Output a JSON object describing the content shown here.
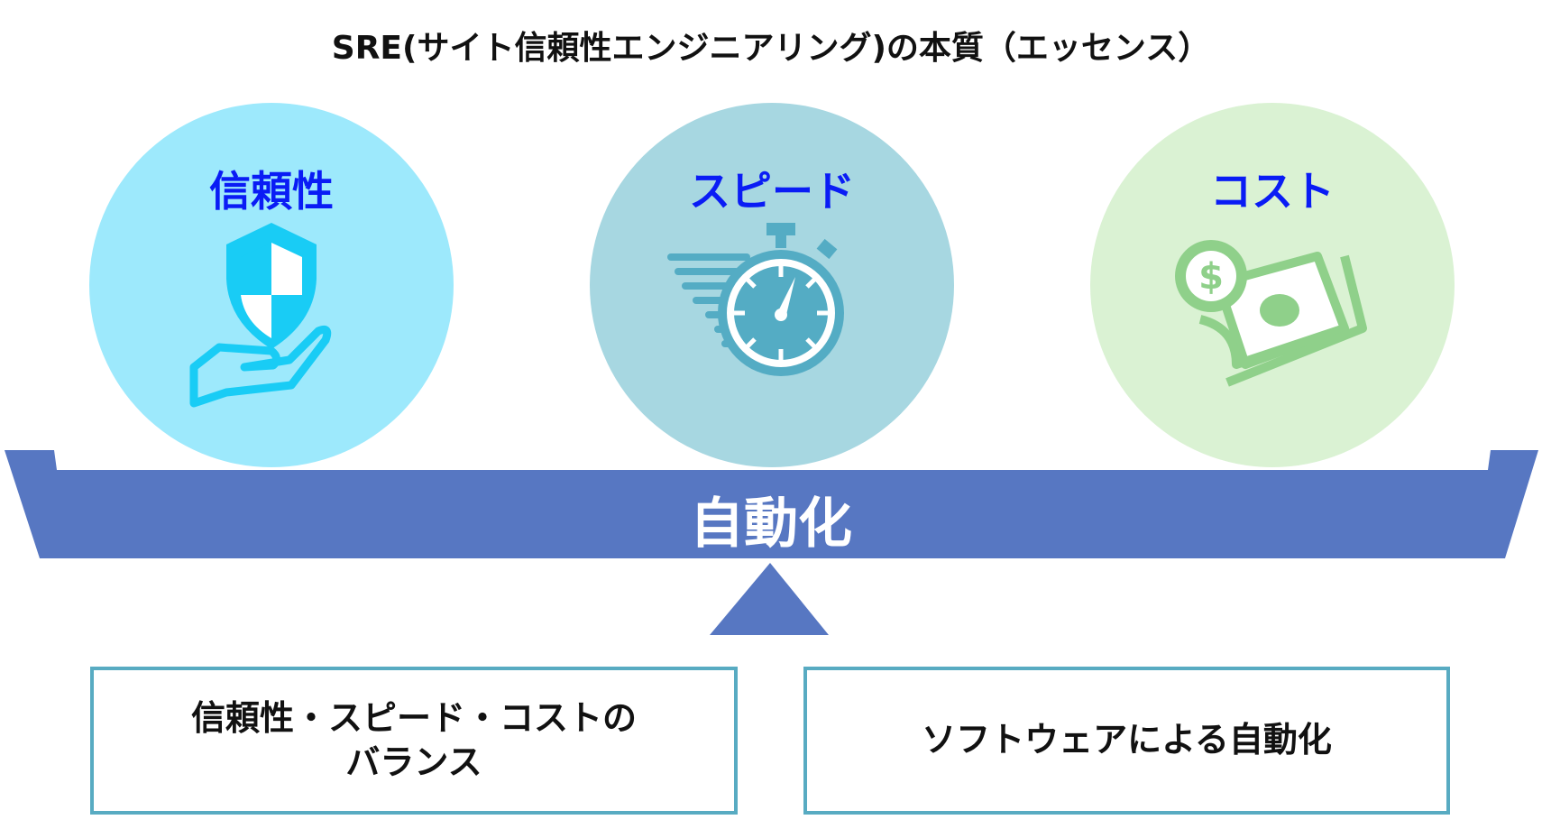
{
  "title": "SRE(サイト信頼性エンジニアリング)の本質（エッセンス）",
  "pillars": [
    {
      "label": "信頼性",
      "icon": "shield-hand-icon",
      "color": "#9de9fc"
    },
    {
      "label": "スピード",
      "icon": "stopwatch-icon",
      "color": "#a7d7e1"
    },
    {
      "label": "コスト",
      "icon": "money-icon",
      "color": "#daf2d3"
    }
  ],
  "beam": {
    "label": "自動化",
    "color": "#5777c2"
  },
  "boxes": [
    {
      "line1": "信頼性・スピード・コストの",
      "line2": "バランス"
    },
    {
      "line1": "ソフトウェアによる自動化"
    }
  ]
}
